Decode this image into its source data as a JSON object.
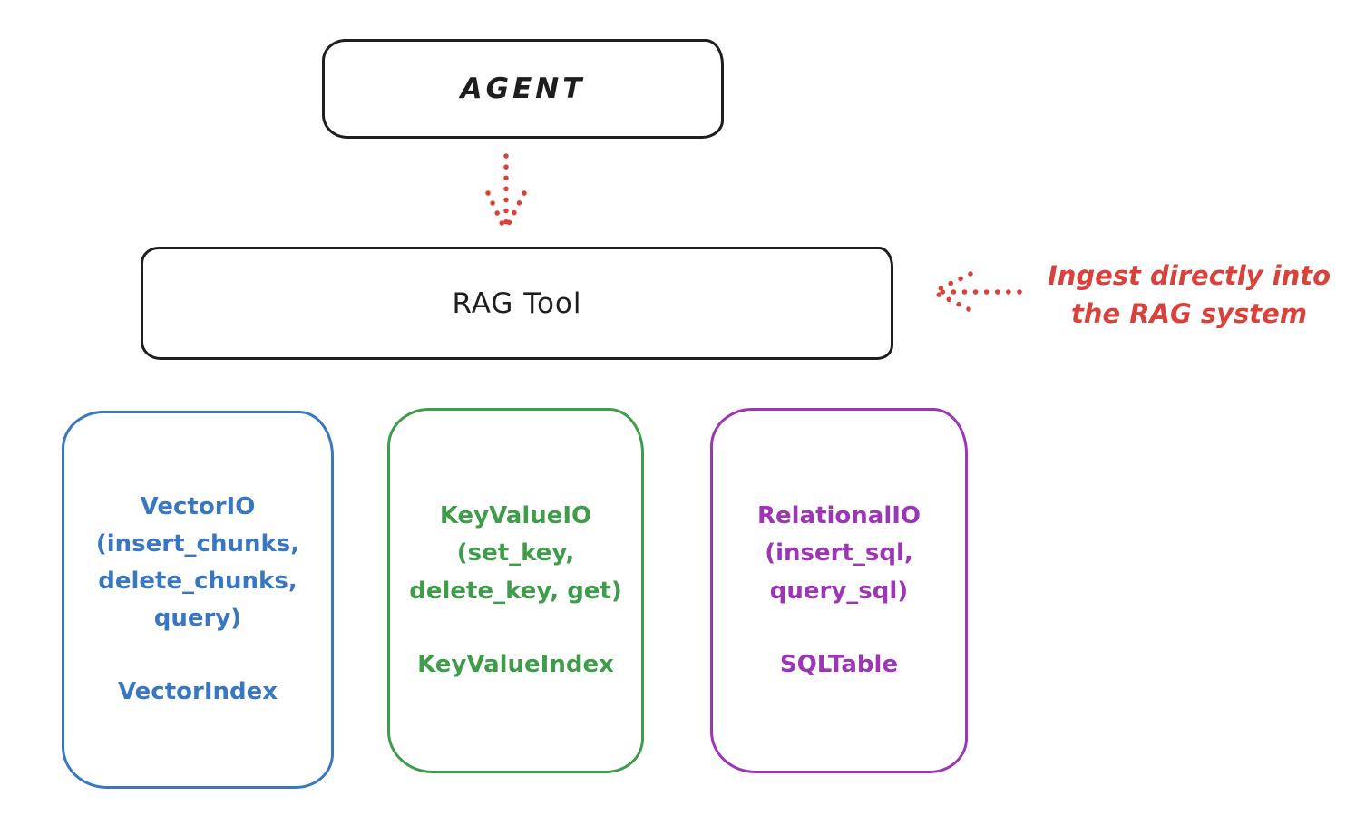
{
  "diagram": {
    "agent_box": {
      "label": "AGENT"
    },
    "rag_tool_box": {
      "label": "RAG Tool"
    },
    "annotation": {
      "line1": "Ingest directly into",
      "line2": "the RAG system"
    },
    "io_boxes": [
      {
        "id": "vector-io",
        "lines": [
          "VectorIO",
          "(insert_chunks,",
          "delete_chunks,",
          "query)"
        ],
        "index_label": "VectorIndex",
        "color": "#3a77c2"
      },
      {
        "id": "keyvalue-io",
        "lines": [
          "KeyValueIO",
          "(set_key,",
          "delete_key, get)"
        ],
        "index_label": "KeyValueIndex",
        "color": "#3f9c4b"
      },
      {
        "id": "relational-io",
        "lines": [
          "RelationalIO",
          "(insert_sql,",
          "query_sql)"
        ],
        "index_label": "SQLTable",
        "color": "#9c36b5"
      }
    ],
    "colors": {
      "stroke_black": "#1e1e1e",
      "accent_red": "#d8423c",
      "blue": "#3a77c2",
      "green": "#3f9c4b",
      "purple": "#9c36b5",
      "background": "#ffffff"
    }
  }
}
